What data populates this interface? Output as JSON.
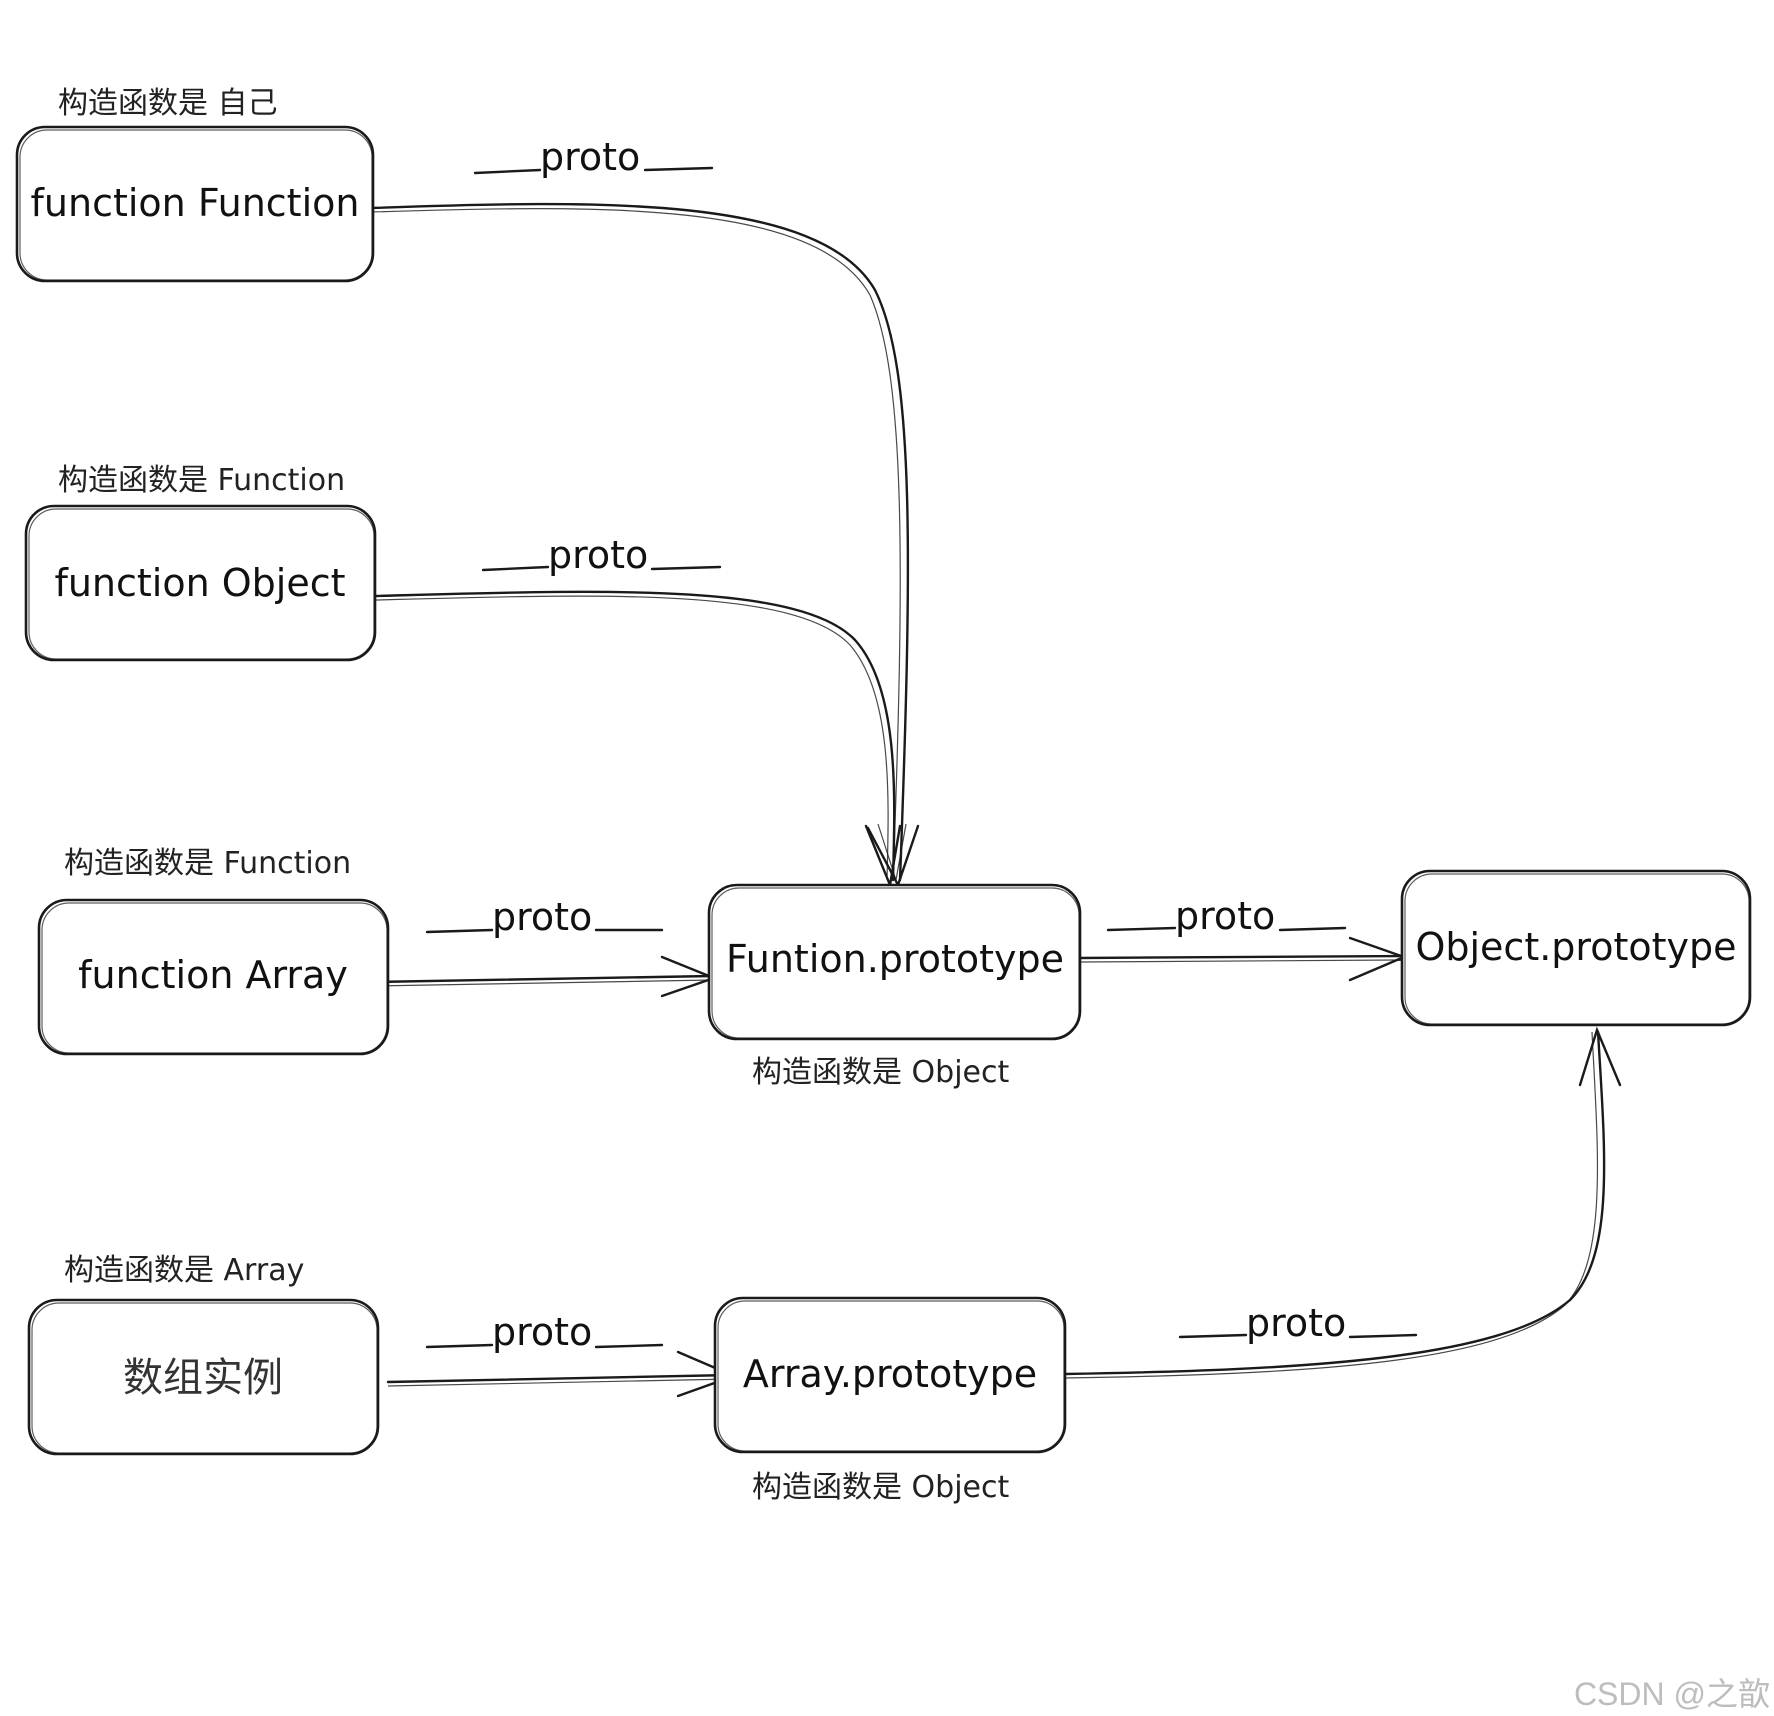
{
  "nodes": [
    {
      "id": "function-function",
      "label": "function Function",
      "note": "构造函数是 自己"
    },
    {
      "id": "function-object",
      "label": "function Object",
      "note": "构造函数是 Function"
    },
    {
      "id": "function-array",
      "label": "function Array",
      "note": "构造函数是 Function"
    },
    {
      "id": "array-instance",
      "label": "数组实例",
      "note": "构造函数是 Array"
    },
    {
      "id": "function-prototype",
      "label": "Funtion.prototype",
      "note": "构造函数是 Object"
    },
    {
      "id": "array-prototype",
      "label": "Array.prototype",
      "note": "构造函数是 Object"
    },
    {
      "id": "object-prototype",
      "label": "Object.prototype",
      "note": ""
    }
  ],
  "edges": [
    {
      "from": "function-function",
      "to": "function-prototype",
      "label": "proto"
    },
    {
      "from": "function-object",
      "to": "function-prototype",
      "label": "proto"
    },
    {
      "from": "function-array",
      "to": "function-prototype",
      "label": "proto"
    },
    {
      "from": "function-prototype",
      "to": "object-prototype",
      "label": "proto"
    },
    {
      "from": "array-instance",
      "to": "array-prototype",
      "label": "proto"
    },
    {
      "from": "array-prototype",
      "to": "object-prototype",
      "label": "proto"
    }
  ],
  "watermark": "CSDN @之歆"
}
